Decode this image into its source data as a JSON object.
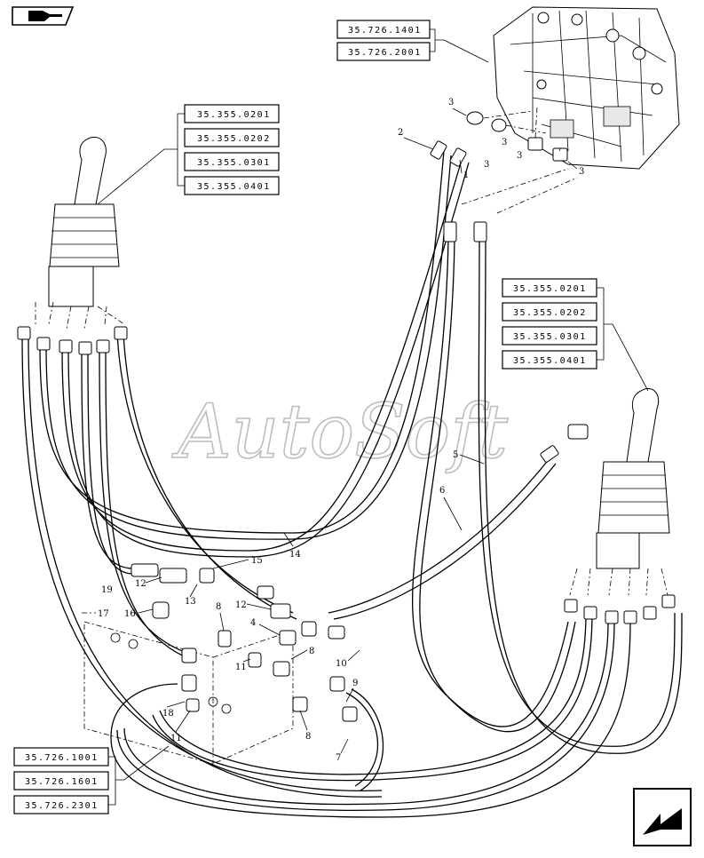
{
  "watermark": "AutoSoft",
  "ref_groups": {
    "top_valve": [
      "35.726.1401",
      "35.726.2001"
    ],
    "left_joystick": [
      "35.355.0201",
      "35.355.0202",
      "35.355.0301",
      "35.355.0401"
    ],
    "right_joystick": [
      "35.355.0201",
      "35.355.0202",
      "35.355.0301",
      "35.355.0401"
    ],
    "bottom_block": [
      "35.726.1001",
      "35.726.1601",
      "35.726.2301"
    ]
  },
  "callouts": [
    "3",
    "2",
    "3",
    "1",
    "3",
    "3",
    "3",
    "5",
    "6",
    "14",
    "15",
    "12",
    "13",
    "19",
    "17",
    "16",
    "8",
    "12",
    "4",
    "11",
    "8",
    "10",
    "9",
    "18",
    "11",
    "8",
    "7"
  ],
  "icons": {
    "top_left": "hand-pointer-icon",
    "bottom_right": "page-turn-arrow-icon"
  }
}
